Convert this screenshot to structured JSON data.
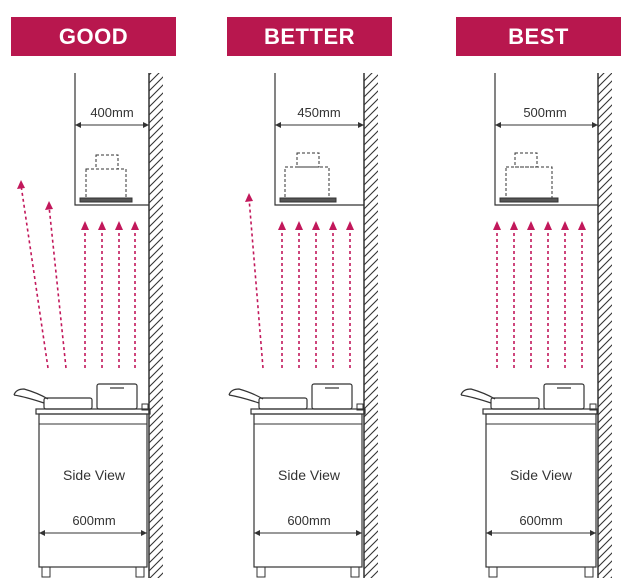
{
  "colors": {
    "accent": "#b8174e",
    "arrow": "#c2185b",
    "line": "#333333"
  },
  "panels": [
    {
      "title": "GOOD",
      "hood_width": "400mm",
      "view_label": "Side View",
      "cabinet_width": "600mm"
    },
    {
      "title": "BETTER",
      "hood_width": "450mm",
      "view_label": "Side View",
      "cabinet_width": "600mm"
    },
    {
      "title": "BEST",
      "hood_width": "500mm",
      "view_label": "Side View",
      "cabinet_width": "600mm"
    }
  ]
}
